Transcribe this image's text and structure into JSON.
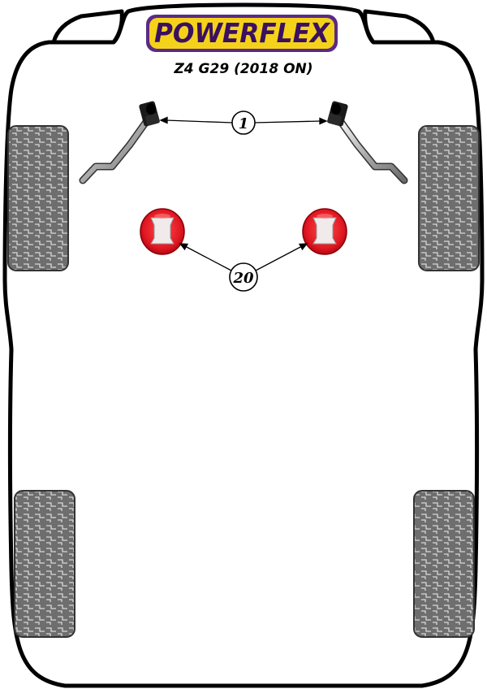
{
  "header": {
    "brand": "POWERFLEX",
    "model": "Z4 G29 (2018 ON)"
  },
  "callouts": [
    {
      "number": "1",
      "part": "front anti-roll bar bushes"
    },
    {
      "number": "20",
      "part": "front subframe mounts"
    }
  ],
  "colors": {
    "brand_yellow": "#f5d21a",
    "brand_purple": "#5b2a86",
    "bush_black": "#1a1a1a",
    "mount_red": "#e01822",
    "tyre_grey": "#6e6e6e"
  }
}
